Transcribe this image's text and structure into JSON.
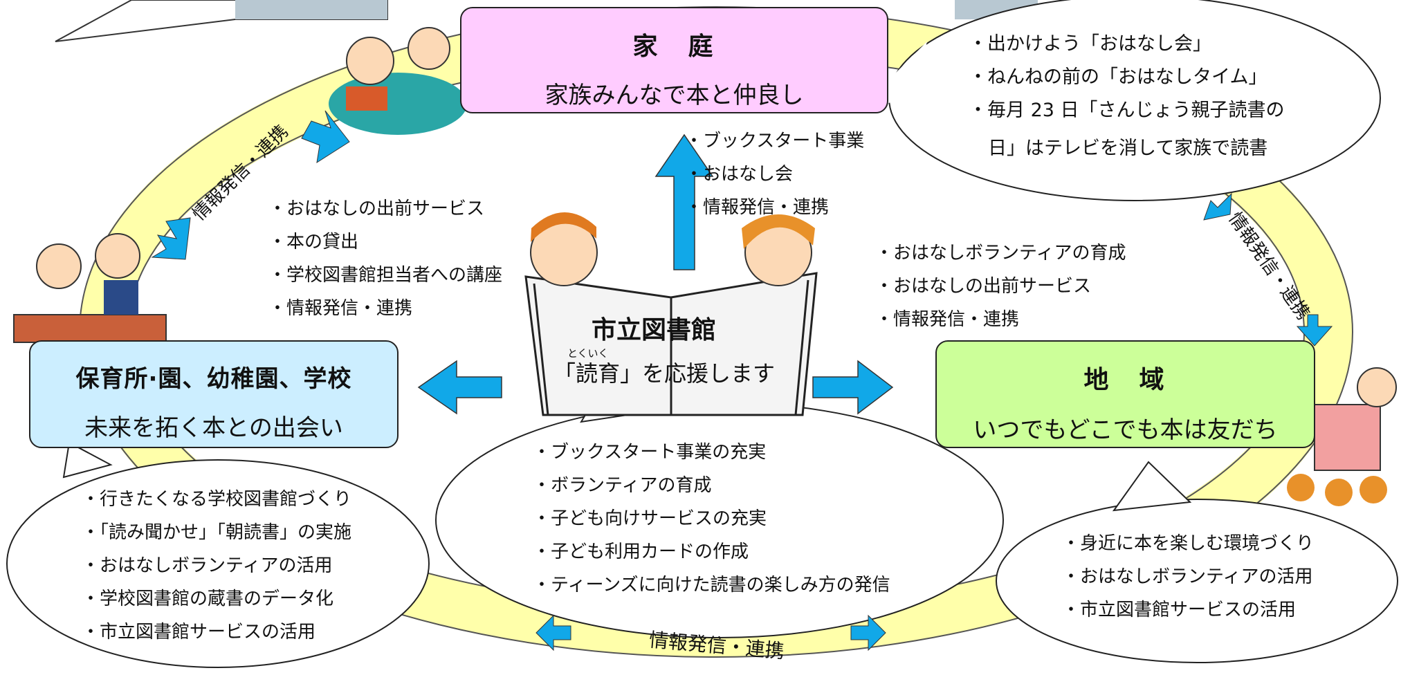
{
  "home": {
    "title": "家　庭",
    "subtitle": "家族みんなで本と仲良し"
  },
  "school": {
    "title": "保育所·園、幼稚園、学校",
    "subtitle": "未来を拓く本との出会い"
  },
  "community": {
    "title": "地　域",
    "subtitle": "いつでもどこでも本は友だち"
  },
  "library": {
    "name": "市立図書館",
    "slogan": "「読育」を応援します",
    "ruby": "とくいく"
  },
  "library_to_home": [
    "ブックスタート事業",
    "おはなし会",
    "情報発信・連携"
  ],
  "library_to_school": [
    "おはなしの出前サービス",
    "本の貸出",
    "学校図書館担当者への講座",
    "情報発信・連携"
  ],
  "library_to_community": [
    "おはなしボランティアの育成",
    "おはなしの出前サービス",
    "情報発信・連携"
  ],
  "home_bubble": [
    "出かけよう「おはなし会」",
    "ねんねの前の「おはなしタイム」",
    "毎月 23 日「さんじょう親子読書の",
    "日」はテレビを消して家族で読書"
  ],
  "school_bubble": [
    "行きたくなる学校図書館づくり",
    "「読み聞かせ」「朝読書」の実施",
    "おはなしボランティアの活用",
    "学校図書館の蔵書のデータ化",
    "市立図書館サービスの活用"
  ],
  "library_bubble": [
    "ブックスタート事業の充実",
    "ボランティアの育成",
    "子ども向けサービスの充実",
    "子ども利用カードの作成",
    "ティーンズに向けた読書の楽しみ方の発信"
  ],
  "community_bubble": [
    "身近に本を楽しむ環境づくり",
    "おはなしボランティアの活用",
    "市立図書館サービスの活用"
  ],
  "link_label": "情報発信・連携",
  "colors": {
    "home_box": "#FFCCFF",
    "school_box": "#CCEEFF",
    "community_box": "#CCFF99",
    "ring": "#FFFFAA",
    "arrow": "#11A8E8"
  }
}
